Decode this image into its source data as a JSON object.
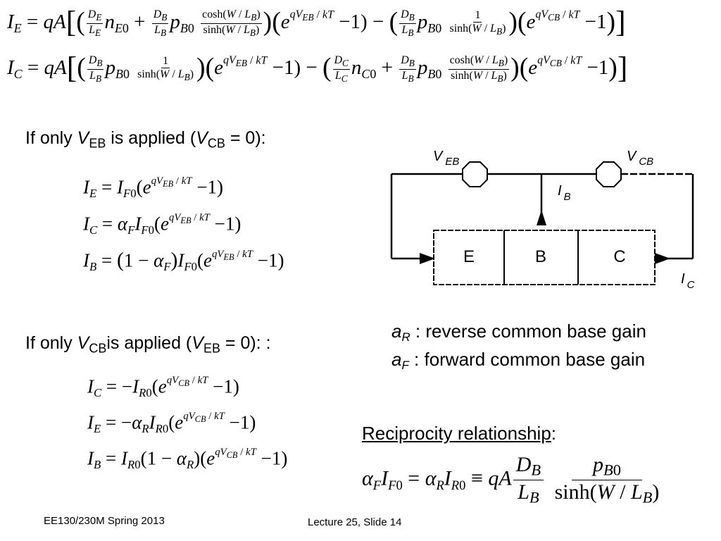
{
  "slide": {
    "heading_eb": {
      "prefix": "If only ",
      "v": "V",
      "v_sub": "EB",
      "mid": " is applied (",
      "v2": "V",
      "v2_sub": "CB",
      "suffix": " = 0):"
    },
    "heading_cb": {
      "prefix": "If only ",
      "v": "V",
      "v_sub": "CB",
      "mid": "is applied (",
      "v2": "V",
      "v2_sub": "EB",
      "suffix": " = 0): :"
    },
    "gains": [
      {
        "symbol": "a",
        "sub": "R",
        "text": " : reverse common base gain"
      },
      {
        "symbol": "a",
        "sub": "F",
        "text": " : forward common base gain"
      }
    ],
    "reciprocity": {
      "label": "Reciprocity relationship",
      "colon": ":"
    },
    "diagram": {
      "vEB": "V",
      "vEB_sub": "EB",
      "vCB": "V",
      "vCB_sub": "CB",
      "iB": "I",
      "iB_sub": "B",
      "iC": "I",
      "iC_sub": "C",
      "regions": [
        "E",
        "B",
        "C"
      ]
    },
    "footer": {
      "course": "EE130/230M Spring 2013",
      "slide": "Lecture 25, Slide 14"
    }
  }
}
